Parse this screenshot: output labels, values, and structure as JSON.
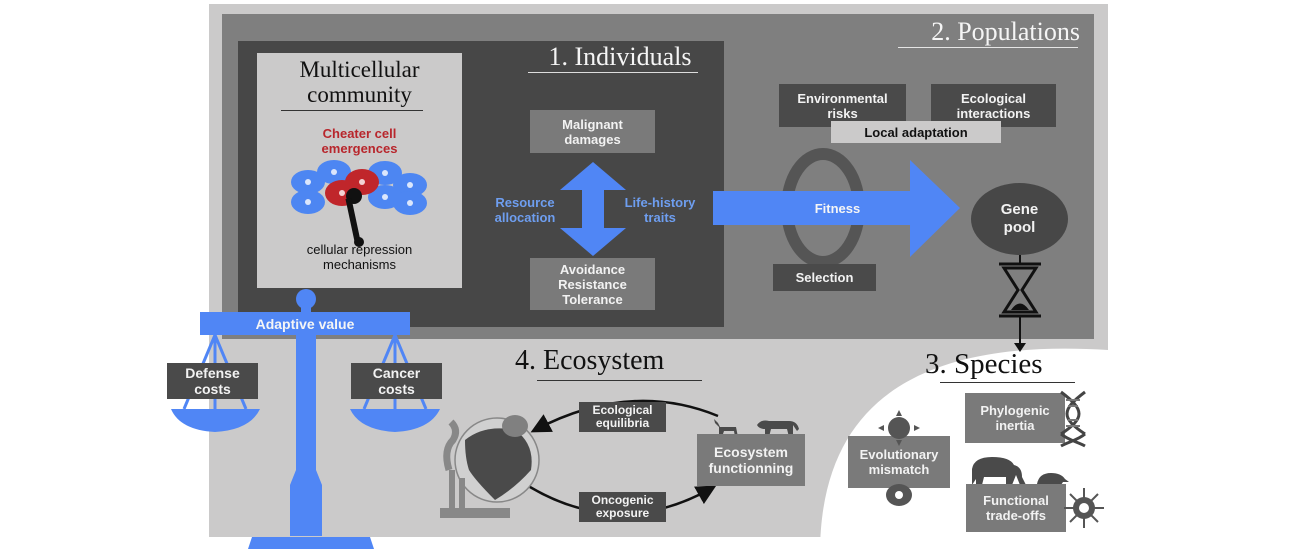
{
  "colors": {
    "outer_bg": "#cbcaca",
    "populations_bg": "#7f7f7f",
    "individuals_bg": "#474747",
    "community_bg": "#cbcaca",
    "accent_blue": "#5086f5",
    "cheater_red": "#b8262c",
    "species_bg": "#ffffff"
  },
  "individuals": {
    "title": "1. Individuals",
    "malignant": [
      "Malignant",
      "damages"
    ],
    "defense": [
      "Avoidance",
      "Resistance",
      "Tolerance"
    ],
    "resource_allocation": [
      "Resource",
      "allocation"
    ],
    "life_history": [
      "Life-history",
      "traits"
    ]
  },
  "community": {
    "title_line1": "Multicellular",
    "title_line2": "community",
    "cheater": [
      "Cheater cell",
      "emergences"
    ],
    "repression": [
      "cellular repression",
      "mechanisms"
    ]
  },
  "populations": {
    "title": "2. Populations",
    "env_risks": [
      "Environmental",
      "risks"
    ],
    "eco_interactions": [
      "Ecological",
      "interactions"
    ],
    "local_adaptation": "Local adaptation",
    "fitness": "Fitness",
    "selection": "Selection",
    "gene_pool": [
      "Gene",
      "pool"
    ]
  },
  "species": {
    "title": "3. Species",
    "phylogenic": [
      "Phylogenic",
      "inertia"
    ],
    "mismatch": [
      "Evolutionary",
      "mismatch"
    ],
    "tradeoffs": [
      "Functional",
      "trade-offs"
    ]
  },
  "ecosystem": {
    "title": "4. Ecosystem",
    "equilibria": [
      "Ecological",
      "equilibria"
    ],
    "oncogenic": [
      "Oncogenic",
      "exposure"
    ],
    "functioning": [
      "Ecosystem",
      "functionning"
    ]
  },
  "balance": {
    "adaptive_value": "Adaptive value",
    "defense_costs": [
      "Defense",
      "costs"
    ],
    "cancer_costs": [
      "Cancer",
      "costs"
    ]
  }
}
